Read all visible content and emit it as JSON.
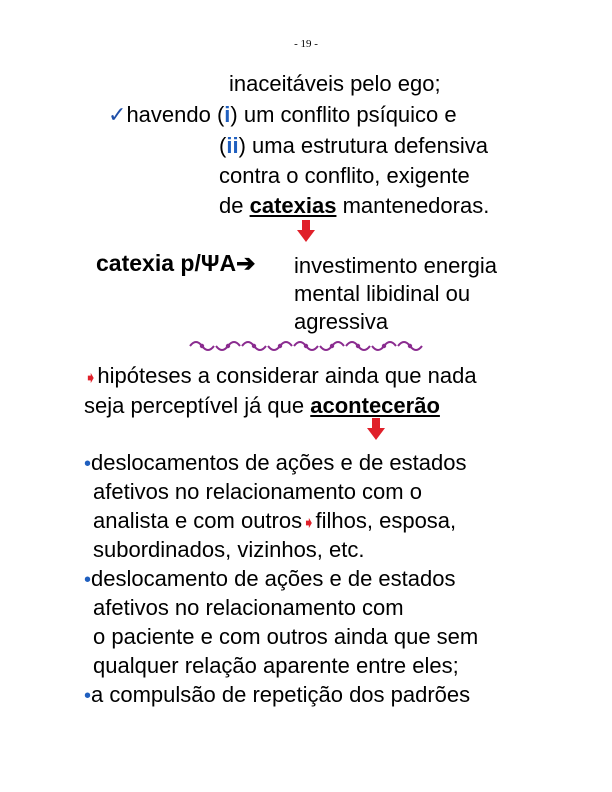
{
  "page_number": "- 19 -",
  "lines": {
    "l1": "inaceitáveis pelo ego;",
    "l2_check": "✓",
    "l2_a": "havendo (",
    "l2_i": "i",
    "l2_b": ") um conflito psíquico e",
    "l3_a": "(",
    "l3_ii": "ii",
    "l3_b": ") uma estrutura defensiva",
    "l4": "contra o conflito, exigente",
    "l5_a": "de ",
    "l5_catexias": "catexias",
    "l5_b": " mantenedoras."
  },
  "catexia": {
    "term": "catexia p/ΨA",
    "arrow": "➔",
    "def1": "investimento energia",
    "def2": "mental libidinal ou",
    "def3": "agressiva"
  },
  "hipoteses": {
    "marker": "➧",
    "line1": "hipóteses a considerar ainda que nada",
    "line2_a": "seja perceptível já que ",
    "line2_b": "acontecerão"
  },
  "bullets": {
    "b1_l1": "deslocamentos de ações e de estados",
    "b1_l2": "afetivos no relacionamento com o",
    "b1_l3_a": "analista e com outros",
    "b1_l3_b": "filhos, esposa,",
    "b1_l4": "subordinados, vizinhos, etc.",
    "b2_l1": "deslocamento de ações e de estados",
    "b2_l2": "afetivos no relacionamento com",
    "b2_l3": "o paciente e com outros ainda que sem",
    "b2_l4": "qualquer relação aparente entre eles;",
    "b3_l1": "a compulsão de repetição dos padrões",
    "bullet_char": "•",
    "inline_marker": "➧"
  },
  "colors": {
    "accent_blue": "#1f5fbf",
    "arrow_red": "#e0202a",
    "ornament_purple": "#8a2b8f"
  }
}
